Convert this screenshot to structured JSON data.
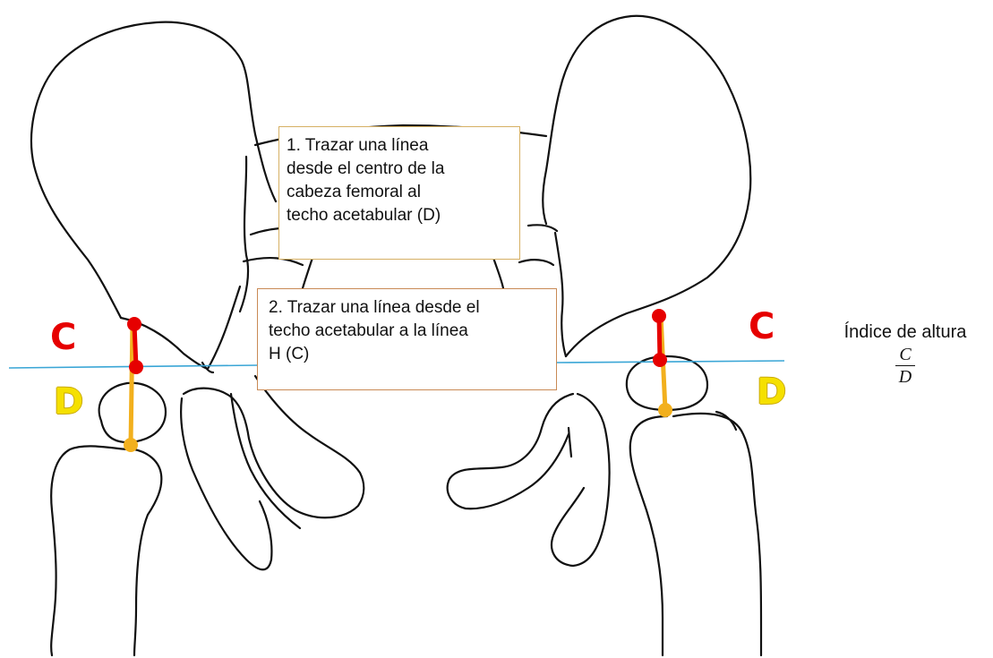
{
  "steps": {
    "step1": {
      "lines": [
        "1. Trazar una línea",
        "desde el centro de la",
        "cabeza femoral al",
        "techo acetabular (D)"
      ]
    },
    "step2": {
      "lines": [
        "2. Trazar una línea desde el",
        "techo acetabular a la línea",
        "H (C)"
      ]
    }
  },
  "labels": {
    "left_c": "C",
    "left_d": "D",
    "right_c": "C",
    "right_d": "D"
  },
  "formula": {
    "title": "Índice de altura",
    "numerator": "C",
    "denominator": "D"
  },
  "colors": {
    "outline": "#111111",
    "hilgenreiner_line": "#3aa6d6",
    "c_segment": "#e60000",
    "d_segment": "#f2b01e",
    "d_letter": "#f5e000",
    "box1_border": "#d6b064",
    "box2_border": "#c98a55"
  }
}
